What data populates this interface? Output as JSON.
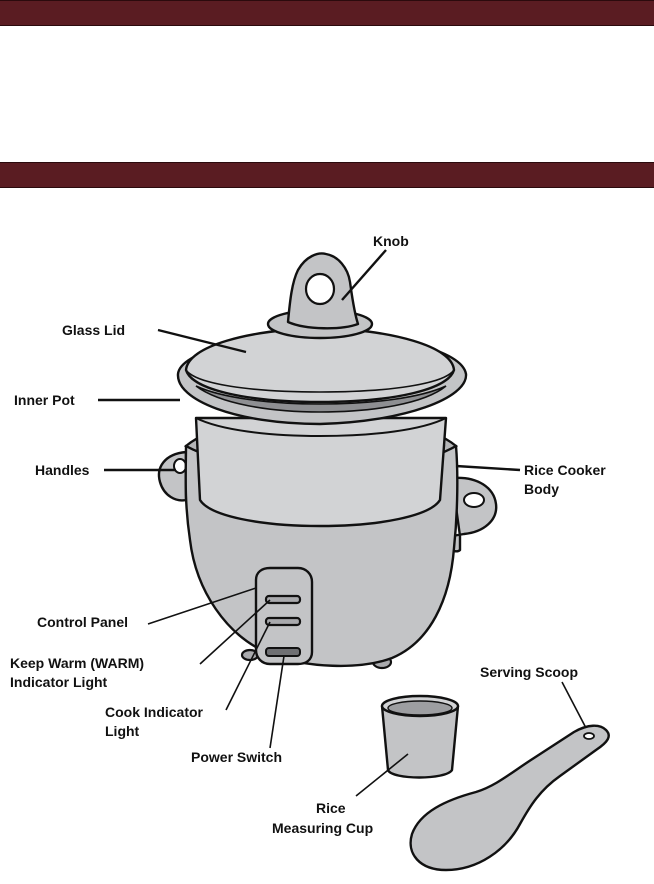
{
  "colors": {
    "band": "#5a1c22",
    "part_fill": "#c3c4c6",
    "outline": "#111111"
  },
  "labels": {
    "knob": "Knob",
    "glass_lid": "Glass Lid",
    "inner_pot": "Inner Pot",
    "handles": "Handles",
    "rice_cooker_body_line1": "Rice Cooker",
    "rice_cooker_body_line2": "Body",
    "control_panel": "Control Panel",
    "keep_warm_line1": "Keep Warm (WARM)",
    "keep_warm_line2": "Indicator Light",
    "cook_indicator_line1": "Cook Indicator",
    "cook_indicator_line2": "Light",
    "power_switch": "Power Switch",
    "serving_scoop": "Serving Scoop",
    "measuring_cup_line1": "Rice",
    "measuring_cup_line2": "Measuring Cup"
  }
}
